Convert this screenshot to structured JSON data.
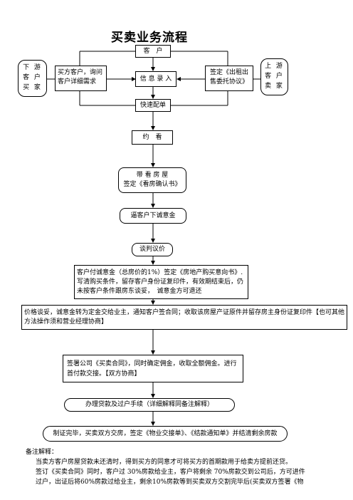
{
  "title": "买卖业务流程",
  "nodes": {
    "customer": "客　户",
    "downstream": [
      "下 游",
      "客 户",
      "买 家"
    ],
    "upstream": [
      "上 游",
      "客 户",
      "卖 家"
    ],
    "buyer_inquiry": "买方客户，询问客户详细需求",
    "info_entry": "信 息 录 入",
    "seller_entrust": "签定《出租出售委托协议》",
    "quick_match": "快速配单",
    "appointment": "约　看",
    "viewing": [
      "带 看 房 屋",
      "签定《看房确认书》"
    ],
    "deposit_ask": "逼客户下诚意金",
    "negotiate": "谈判议价",
    "deposit_pay": "客户付诚意金（总房价的1%）签定《房地产购买意向书》.写清购买条件，留存客户身份证复印件，有效期结束后，仍未按客户条件跟房东谈妥，　诚意金方可退还",
    "price_agreed": "价格谈妥，诚意金转为定金交给业主，通知客户签合同；收取该房屋产证原件并留存房主身份证复印件【也可其他方法操作须和营业经理协商】",
    "sign_contract": "签署公司《买卖合同》，同时确定佣金，收取全额佣金。进行首付款交接。【双方协商】",
    "loan_transfer": "办理贷款及过户手续（详细解释同备注解释）",
    "completion": "制证完毕，买卖双方交房，签定《物业交接单》、《结款通知单》并结清剩余房款"
  },
  "notes": {
    "heading": "备注解释：",
    "lines": [
      "当卖方客户房屋贷款未还清时，得到买方的同意才可将买方的首期款用于给卖方提前还贷。",
      "签订《买卖合同》同时，客户过 30%房款给业主，客户将剩余 70%房款交到公司后，方可进件",
      "过户，出证后将60%房款过给业主，剩余10%房款等到买卖双方交割完毕后(买卖双方签署《物"
    ]
  }
}
